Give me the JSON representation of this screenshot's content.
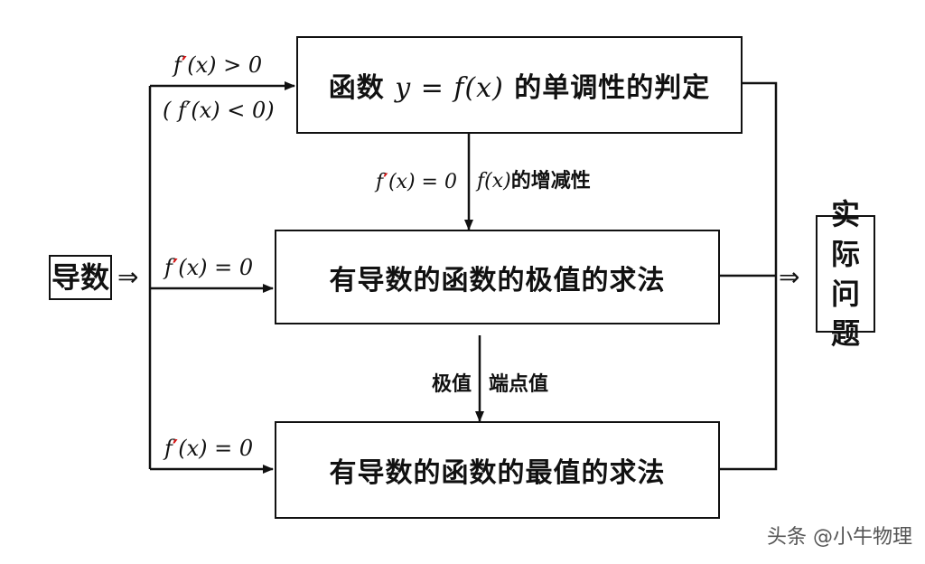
{
  "source": {
    "label": "导数",
    "arrow": "⇒"
  },
  "boxes": {
    "monotonicity": {
      "prefix": "函数 ",
      "formula": "y = f(x)",
      "suffix": " 的单调性的判定"
    },
    "extremum": "有导数的函数的极值的求法",
    "maxmin": "有导数的函数的最值的求法"
  },
  "target": {
    "line1": "实际",
    "line2": "问题",
    "arrow": "⇒"
  },
  "edge_labels": {
    "to_monotonicity": {
      "line1_a": "f",
      "line1_prime": "′",
      "line1_b": "(x) > 0",
      "line2": "( f′(x) < 0)"
    },
    "to_extremum": {
      "a": "f",
      "prime": "′",
      "b": "(x) = 0"
    },
    "to_maxmin": {
      "a": "f",
      "prime": "′",
      "b": "(x) = 0"
    },
    "monotonicity_to_extremum": {
      "left_a": "f",
      "left_prime": "′",
      "left_b": "(x) = 0",
      "right_math": "f(x)",
      "right_cn": "的增减性"
    },
    "extremum_to_maxmin": {
      "left": "极值",
      "right": "端点值"
    }
  },
  "watermark": "头条 @小牛物理"
}
